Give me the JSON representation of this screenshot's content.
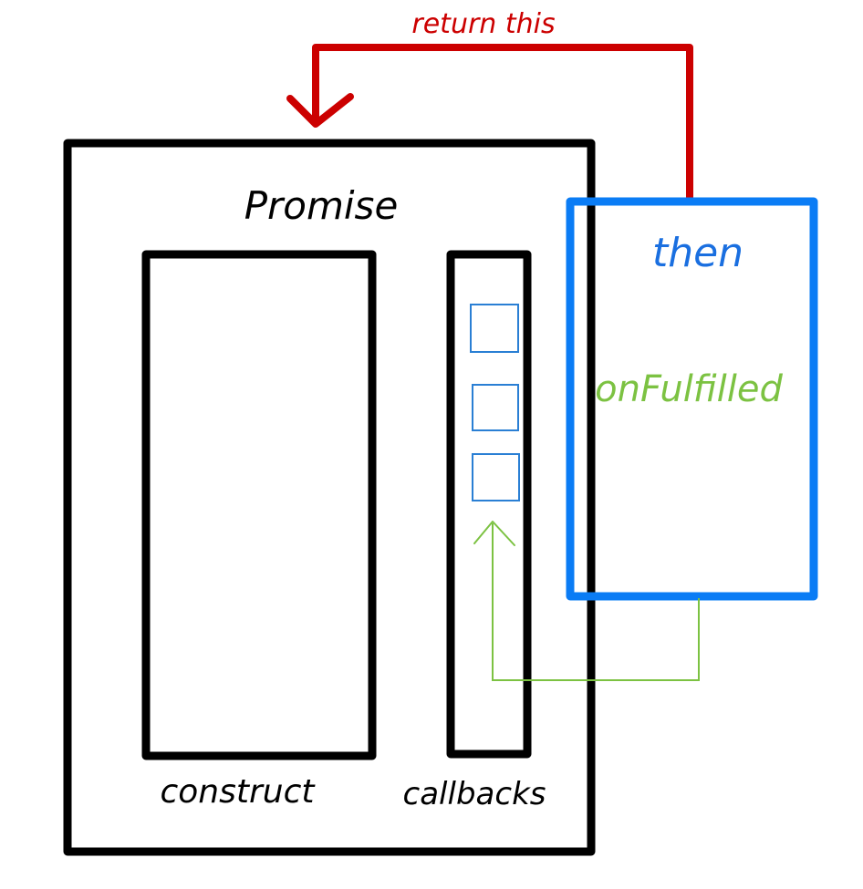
{
  "labels": {
    "promise": "Promise",
    "construct": "construct",
    "callbacks": "callbacks",
    "then": "then",
    "on_fulfilled": "onFulfilled",
    "return_this": "return this"
  },
  "colors": {
    "promise_outline": "#000000",
    "then_outline": "#0a7cf5",
    "return_arrow": "#cc0000",
    "callback_arrow": "#7cc242",
    "callback_slot": "#2a7fd4",
    "on_fulfilled_text": "#7cc242",
    "then_text": "#1a6fe0"
  },
  "callback_slots": [
    "slot-1",
    "slot-2",
    "slot-3"
  ]
}
